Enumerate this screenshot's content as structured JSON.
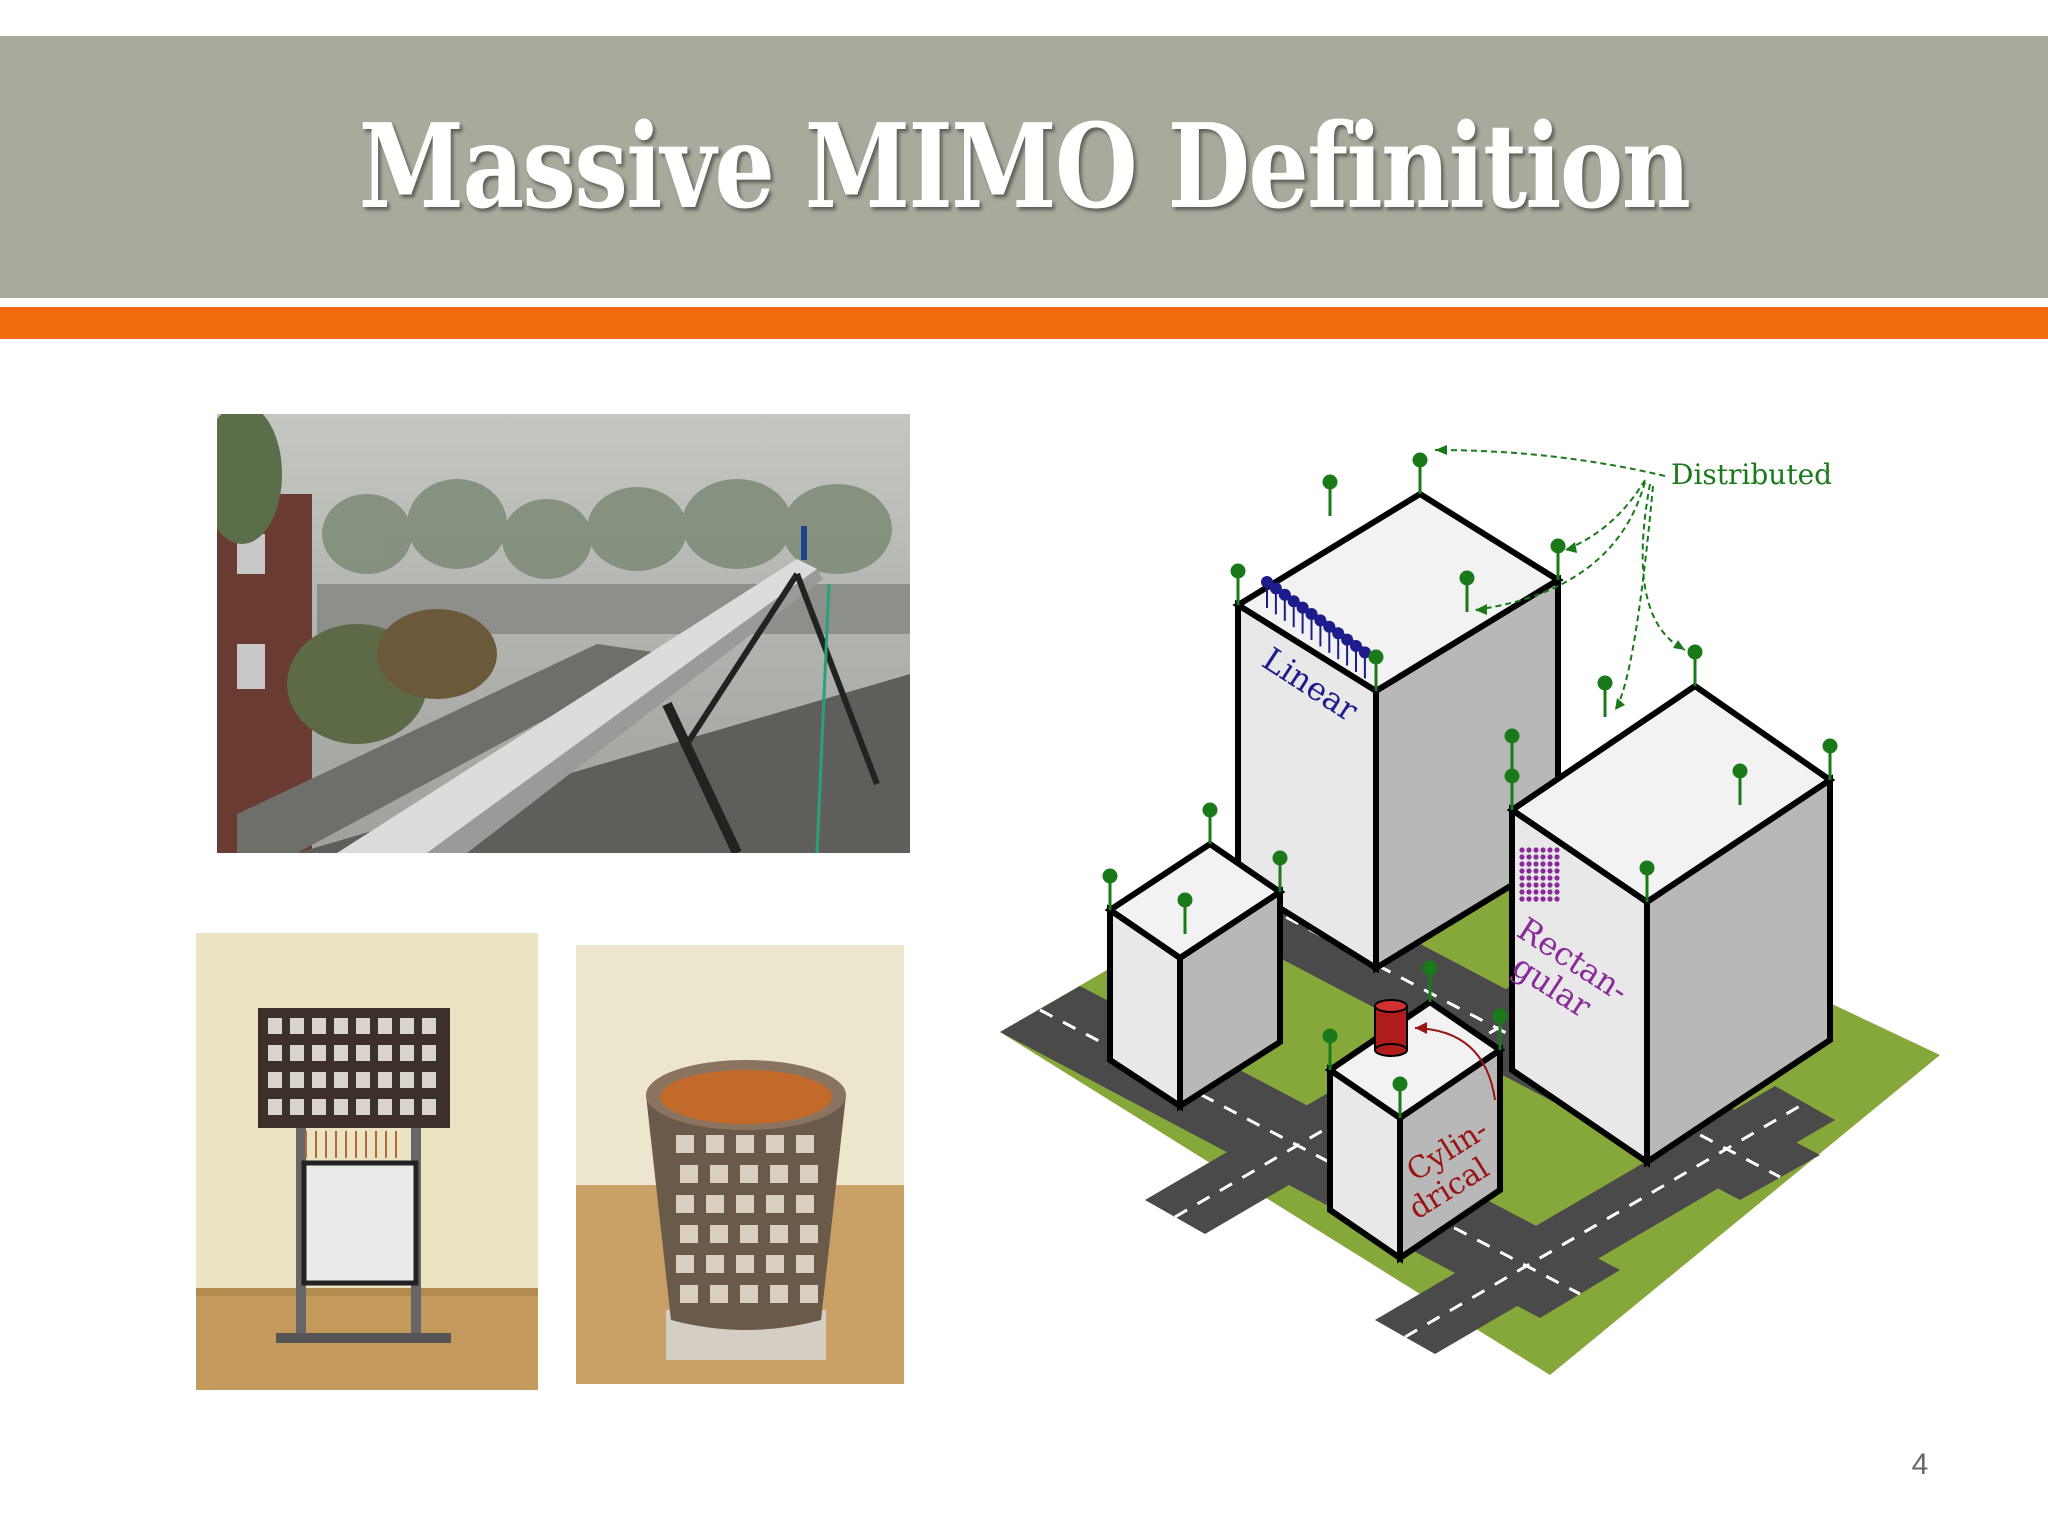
{
  "slide": {
    "title": "Massive MIMO Definition",
    "page_number": "4"
  },
  "colors": {
    "title_band": "#a8aa9c",
    "accent_bar": "#f26b0f",
    "distributed_green": "#1a7a1a",
    "linear_blue": "#1c1c8c",
    "rectangular_purple": "#8a2a9a",
    "cylindrical_red": "#9a1414"
  },
  "images": {
    "linear_array_photo": "linear-antenna-array-photo",
    "rectangular_array_photo": "rectangular-antenna-array-photo",
    "cylindrical_array_photo": "cylindrical-antenna-array-photo"
  },
  "diagram": {
    "distributed_label": "Distributed",
    "linear_label": "Linear",
    "rectangular_label_1": "Rectan-",
    "rectangular_label_2": "gular",
    "cylindrical_label_1": "Cylin-",
    "cylindrical_label_2": "drical"
  }
}
